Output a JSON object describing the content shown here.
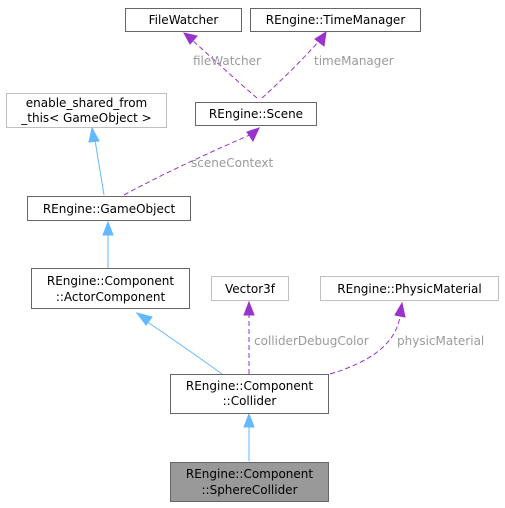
{
  "nodes": {
    "filewatcher": {
      "lines": [
        "FileWatcher"
      ]
    },
    "timemanager": {
      "lines": [
        "REngine::TimeManager"
      ]
    },
    "enable_shared": {
      "lines": [
        "enable_shared_from",
        "_this< GameObject >"
      ]
    },
    "scene": {
      "lines": [
        "REngine::Scene"
      ]
    },
    "gameobject": {
      "lines": [
        "REngine::GameObject"
      ]
    },
    "actorcomponent": {
      "lines": [
        "REngine::Component",
        "::ActorComponent"
      ]
    },
    "vector3f": {
      "lines": [
        "Vector3f"
      ]
    },
    "physicmaterial": {
      "lines": [
        "REngine::PhysicMaterial"
      ]
    },
    "collider": {
      "lines": [
        "REngine::Component",
        "::Collider"
      ]
    },
    "spherecollider": {
      "lines": [
        "REngine::Component",
        "::SphereCollider"
      ]
    }
  },
  "edge_labels": {
    "filewatcher": "fileWatcher",
    "timemanager": "timeManager",
    "scene_context": "sceneContext",
    "collider_debug_color": "colliderDebugColor",
    "physic_material": "physicMaterial"
  },
  "colors": {
    "inheritance": "#63b8ff",
    "usage": "#9a32cd",
    "focus_fill": "#999999",
    "label_gray": "#9a9a9a"
  }
}
